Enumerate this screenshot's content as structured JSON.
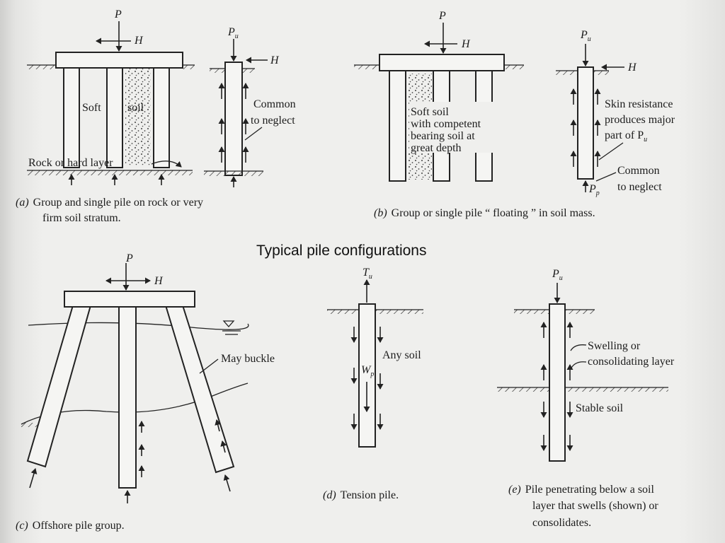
{
  "slide_title": "Typical pile configurations",
  "panel_a": {
    "caption_letter": "(a)",
    "caption_line1": "Group and single pile on rock or very",
    "caption_line2": "firm soil stratum.",
    "load_p": "P",
    "load_h": "H",
    "load_pu": "P",
    "load_pu_sub": "u",
    "soft_label": "Soft",
    "soil_label": "soil",
    "rock_label": "Rock or hard layer",
    "common_line1": "Common",
    "common_line2": "to neglect"
  },
  "panel_b": {
    "caption_letter": "(b)",
    "caption_text": "Group or single pile “ floating ” in soil mass.",
    "load_p": "P",
    "load_h": "H",
    "load_pu": "P",
    "load_pu_sub": "u",
    "soil_line1": "Soft soil",
    "soil_line2": "with competent",
    "soil_line3": "bearing soil at",
    "soil_line4": "great depth",
    "skin_line1": "Skin resistance",
    "skin_line2": "produces major",
    "skin_line3": "part of P",
    "skin_line3_sub": "u",
    "common_line1": "Common",
    "common_line2": "to neglect",
    "pp": "P",
    "pp_sub": "p"
  },
  "panel_c": {
    "caption_letter": "(c)",
    "caption_text": "Offshore pile group.",
    "load_p": "P",
    "load_h": "H",
    "buckle_label": "May buckle"
  },
  "panel_d": {
    "caption_letter": "(d)",
    "caption_text": "Tension pile.",
    "load_t": "T",
    "load_t_sub": "u",
    "any_soil": "Any soil",
    "wp": "W",
    "wp_sub": "p"
  },
  "panel_e": {
    "caption_letter": "(e)",
    "caption_line1": "Pile penetrating below a soil",
    "caption_line2": "layer  that  swells (shown) or",
    "caption_line3": "consolidates.",
    "load_p": "P",
    "load_p_sub": "u",
    "swell_line1": "Swelling or",
    "swell_line2": "consolidating layer",
    "stable_label": "Stable soil"
  }
}
